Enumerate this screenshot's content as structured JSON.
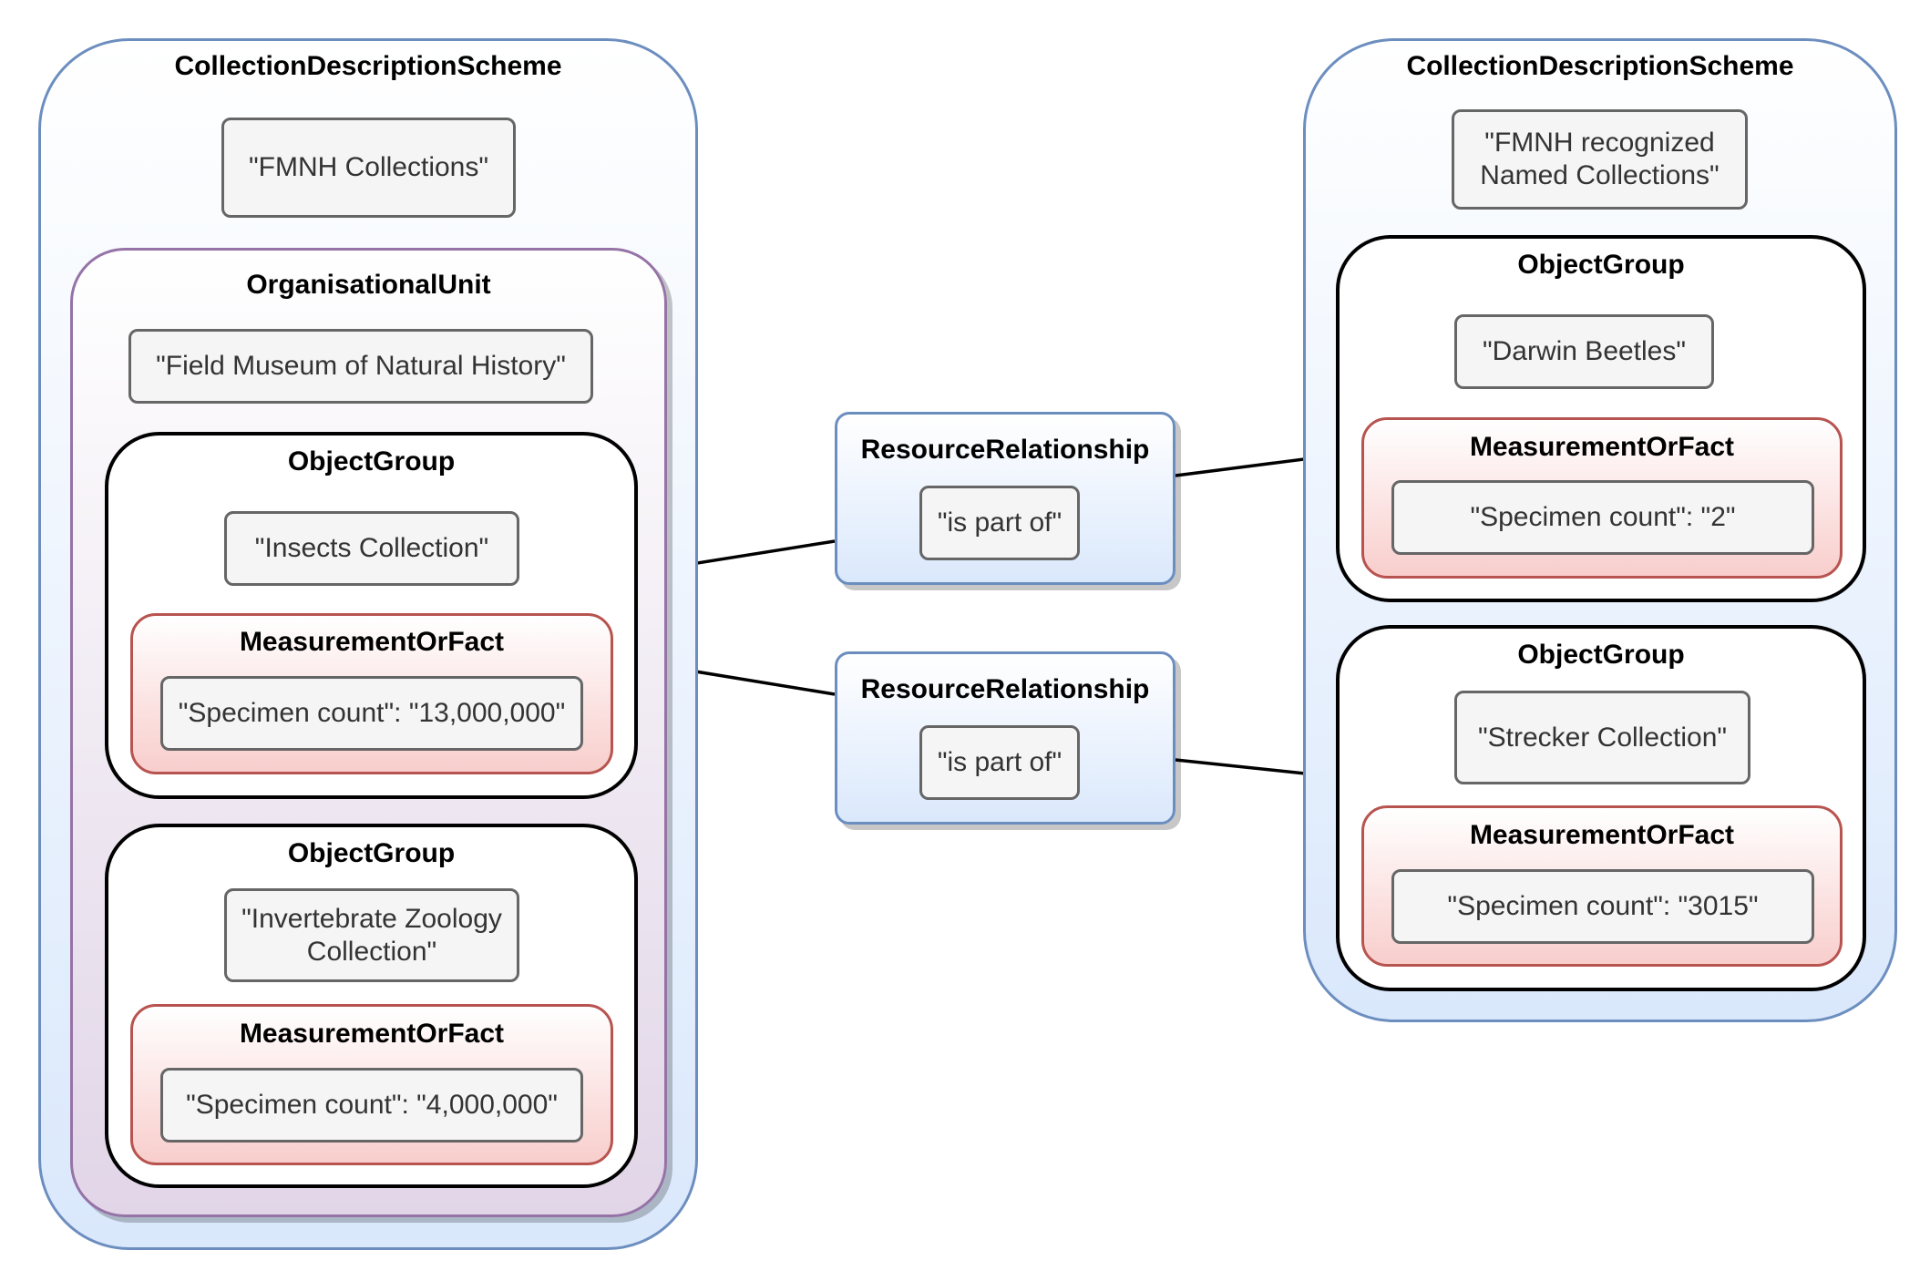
{
  "left_scheme": {
    "title": "CollectionDescriptionScheme",
    "name": "\"FMNH Collections\"",
    "organisational_unit": {
      "title": "OrganisationalUnit",
      "name": "\"Field Museum of Natural History\"",
      "object_groups": [
        {
          "title": "ObjectGroup",
          "name": "\"Insects Collection\"",
          "measurement": {
            "title": "MeasurementOrFact",
            "value": "\"Specimen count\": \"13,000,000\""
          }
        },
        {
          "title": "ObjectGroup",
          "name": "\"Invertebrate Zoology\nCollection\"",
          "measurement": {
            "title": "MeasurementOrFact",
            "value": "\"Specimen count\": \"4,000,000\""
          }
        }
      ]
    }
  },
  "relationships": [
    {
      "title": "ResourceRelationship",
      "value": "\"is part of\""
    },
    {
      "title": "ResourceRelationship",
      "value": "\"is part of\""
    }
  ],
  "right_scheme": {
    "title": "CollectionDescriptionScheme",
    "name": "\"FMNH recognized\nNamed Collections\"",
    "object_groups": [
      {
        "title": "ObjectGroup",
        "name": "\"Darwin Beetles\"",
        "measurement": {
          "title": "MeasurementOrFact",
          "value": "\"Specimen count\": \"2\""
        }
      },
      {
        "title": "ObjectGroup",
        "name": "\"Strecker Collection\"",
        "measurement": {
          "title": "MeasurementOrFact",
          "value": "\"Specimen count\": \"3015\""
        }
      }
    ]
  },
  "colors": {
    "scheme_border": "#6c8ebf",
    "scheme_fill": "#dae8fc",
    "orgunit_border": "#9673a6",
    "orgunit_fill": "#e1d5e7",
    "measurement_border": "#b85450",
    "measurement_fill": "#f8cecc",
    "value_border": "#666666",
    "value_fill": "#f5f5f5"
  }
}
